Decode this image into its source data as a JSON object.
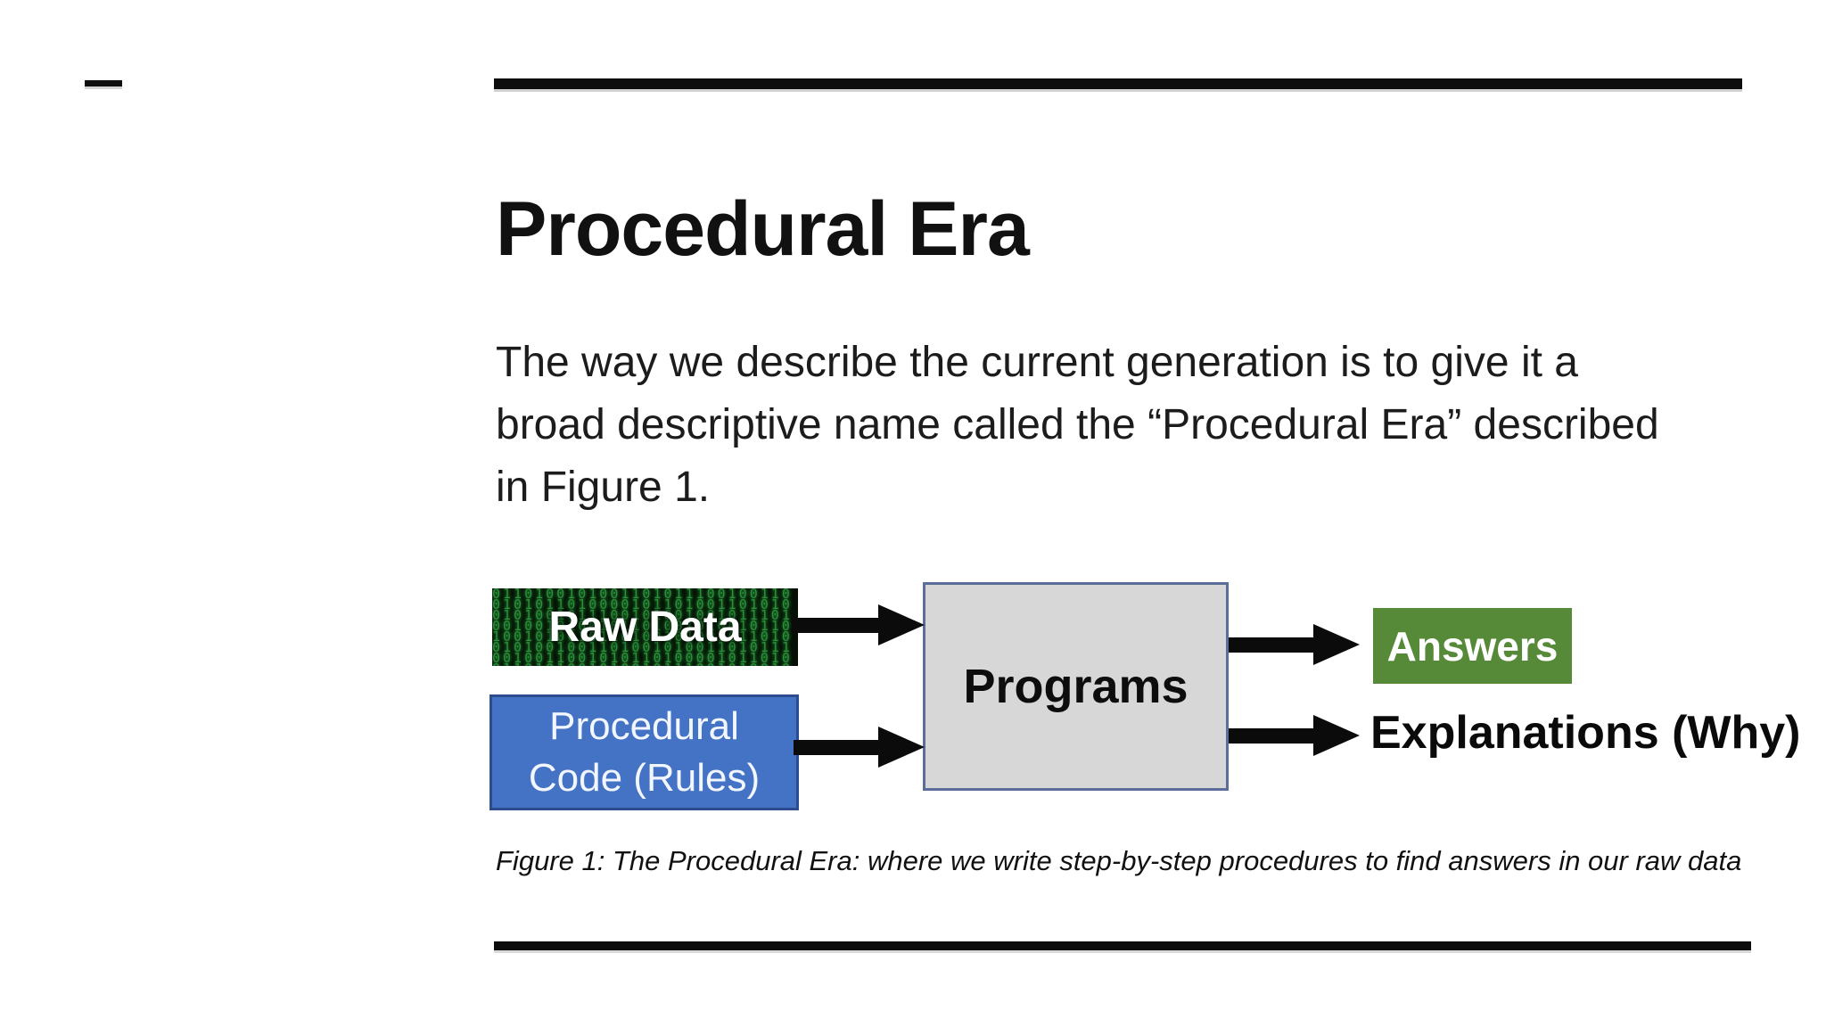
{
  "slide": {
    "title": "Procedural Era",
    "paragraph": {
      "lines": [
        "The way we describe the current generation is to give it a",
        "broad descriptive name called the “Procedural Era” described",
        "in Figure 1."
      ]
    },
    "figure": {
      "raw_data": {
        "label": "Raw Data",
        "background_color": "#041004",
        "digit_color": "#2f9e3f",
        "matrix_pattern": "0110100101001101011100100110010101101000010110100110101001010010111001010010010111010010010100101101001010010110100101001011010010100101101001010010011010010100110101110010011001010110100001011010011010100101001011100101001001011101001001010010110100101001011010010100101101001010010110100101001001101001010011010111001001100101011010000101101001101010010100101110010100100101110100100101001011010010100101101001010010110100101001011010010100"
      },
      "procedural_code": {
        "lines": [
          "Procedural",
          "Code (Rules)"
        ],
        "background_color": "#4472c4",
        "border_color": "#2b4d8f"
      },
      "programs": {
        "label": "Programs",
        "background_color": "#d7d7d7",
        "border_color": "#5a6e99"
      },
      "answers": {
        "label": "Answers",
        "background_color": "#578a38"
      },
      "explanations": {
        "label": "Explanations (Why)"
      },
      "arrow_color": "#0b0b0b"
    },
    "caption": "Figure 1: The Procedural Era: where we write step-by-step procedures to find answers in our raw data",
    "colors": {
      "rule": "#0d0d0d",
      "title_text": "#111111",
      "body_text": "#1c1c1c",
      "background": "#ffffff"
    }
  }
}
